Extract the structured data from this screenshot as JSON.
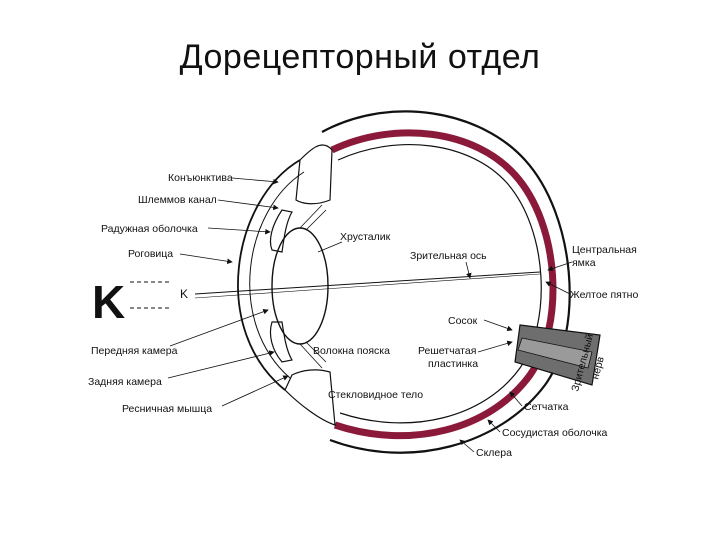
{
  "title": "Дорецепторный  отдел",
  "colors": {
    "choroid": "#8b1a3a",
    "outline": "#111111",
    "nerve": "#6e6e6e"
  },
  "symbols": {
    "big_k": "K",
    "small_k": "K"
  },
  "labels": {
    "conjunctiva": "Конъюнктива",
    "schlemm": "Шлеммов канал",
    "iris": "Радужная  оболочка",
    "cornea": "Роговица",
    "lens": "Хрусталик",
    "optic_axis": "Зрительная ось",
    "fovea_1": "Центральная",
    "fovea_2": "ямка",
    "macula": "Желтое пятно",
    "papilla": "Сосок",
    "optic_nerve_1": "Зрительный",
    "optic_nerve_2": "нерв",
    "anterior_chamber": "Передняя камера",
    "zonule": "Волокна пояска",
    "lamina_1": "Решетчатая",
    "lamina_2": "пластинка",
    "posterior_chamber": "Задняя камера",
    "vitreous": "Стекловидное тело",
    "ciliary": "Ресничная мышца",
    "retina": "Сетчатка",
    "choroid": "Сосудистая оболочка",
    "sclera": "Склера"
  }
}
